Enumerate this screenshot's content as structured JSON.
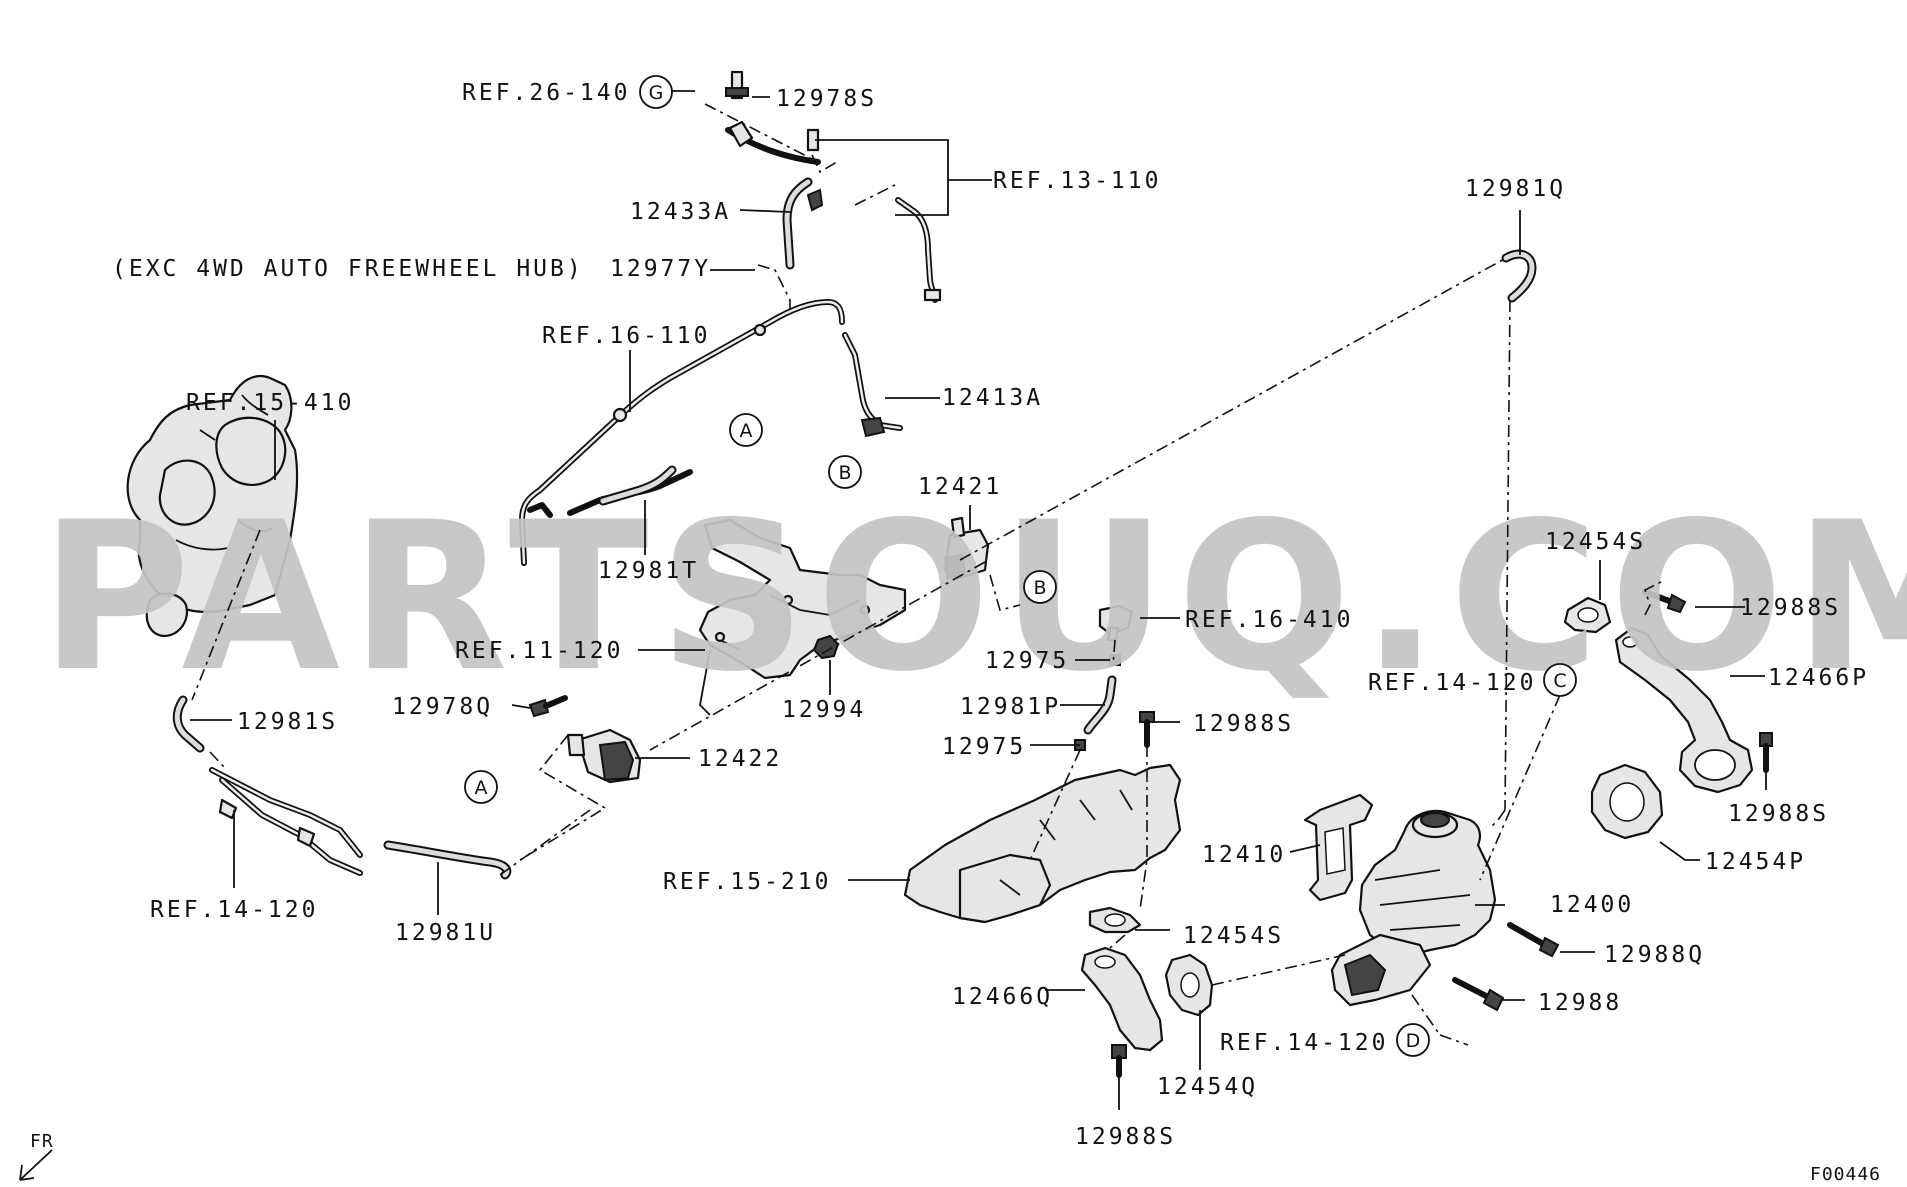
{
  "watermark": "PARTSOUQ.COM",
  "note": "(EXC 4WD AUTO FREEWHEEL HUB)",
  "fr_label": "FR",
  "figure_code": "F00446",
  "labels": {
    "ref_26_140": "REF.26-140",
    "p12978s": "12978S",
    "ref_13_110": "REF.13-110",
    "p12433a": "12433A",
    "p12977y": "12977Y",
    "ref_16_110": "REF.16-110",
    "ref_15_410": "REF.15-410",
    "p12413a": "12413A",
    "p12981q": "12981Q",
    "p12421": "12421",
    "p12981t": "12981T",
    "p12454s_a": "12454S",
    "ref_16_410": "REF.16-410",
    "p12988s_a": "12988S",
    "ref_11_120": "REF.11-120",
    "p12975_a": "12975",
    "p12994": "12994",
    "p12978q": "12978Q",
    "p12981s": "12981S",
    "p12466p": "12466P",
    "ref_14_120_c": "REF.14-120",
    "p12981p": "12981P",
    "p12988s_b": "12988S",
    "p12422": "12422",
    "p12975_b": "12975",
    "p12988s_c": "12988S",
    "p12410": "12410",
    "ref_15_210": "REF.15-210",
    "p12454p": "12454P",
    "p12400": "12400",
    "ref_14_120_l": "REF.14-120",
    "p12454s_b": "12454S",
    "p12988q": "12988Q",
    "p12981u": "12981U",
    "p12466q": "12466Q",
    "p12988": "12988",
    "ref_14_120_d": "REF.14-120",
    "p12454q": "12454Q",
    "p12988s_d": "12988S"
  },
  "connectors": {
    "g": "G",
    "a_top": "A",
    "b_top": "B",
    "b_mid": "B",
    "a_bottom": "A",
    "c": "C",
    "d": "D"
  }
}
